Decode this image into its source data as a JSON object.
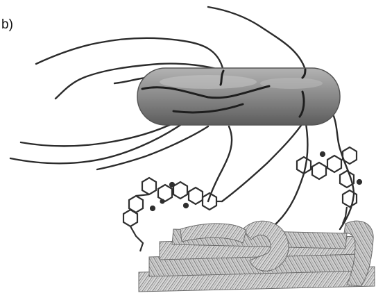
{
  "panel_label": "b)",
  "colors": {
    "background": "#ffffff",
    "cell_fill": "#8d8d8d",
    "cell_dark": "#5a5a5a",
    "flagella": "#2a2a2a",
    "molecule": "#3a3a3a",
    "nanotube": "#9a9a9a",
    "nanotube_dark": "#6a6a6a"
  },
  "icons": [
    "bacterium-cell",
    "flagellum",
    "linker-molecule",
    "carbon-nanotube-bundle"
  ]
}
